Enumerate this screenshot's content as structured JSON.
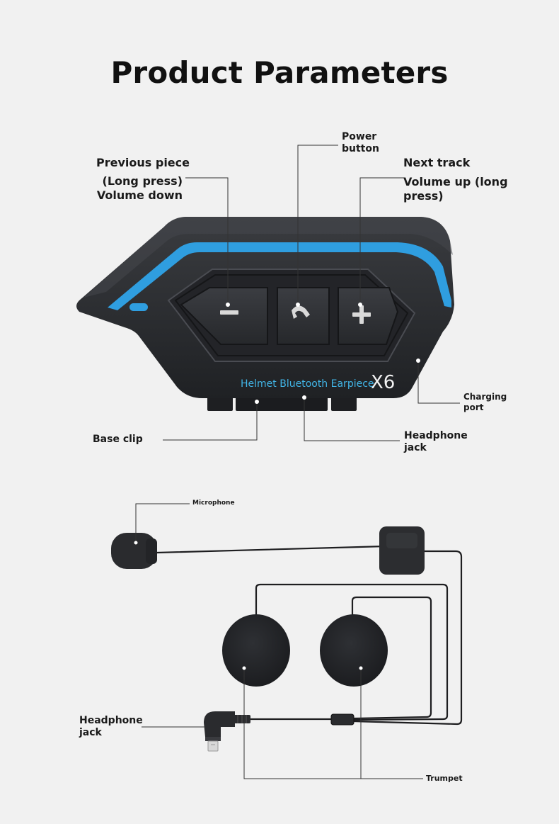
{
  "title": "Product Parameters",
  "device": {
    "brand_text": "Helmet Bluetooth Earpiece",
    "model": "X6",
    "accent_color": "#2f9ee0",
    "body_color": "#2b2d31"
  },
  "labels": {
    "previous": [
      "Previous piece",
      "(Long press)",
      "Volume down"
    ],
    "power": [
      "Power",
      "button"
    ],
    "next": [
      "Next track",
      "Volume up (long",
      "press)"
    ],
    "charging": [
      "Charging",
      "port"
    ],
    "base_clip": "Base clip",
    "headphone_jack_top": [
      "Headphone",
      "jack"
    ],
    "microphone": "Microphone",
    "headphone_jack_bottom": [
      "Headphone",
      "jack"
    ],
    "trumpet": "Trumpet"
  },
  "icons": {
    "minus": "minus-icon",
    "phone": "phone-icon",
    "plus": "plus-icon"
  }
}
